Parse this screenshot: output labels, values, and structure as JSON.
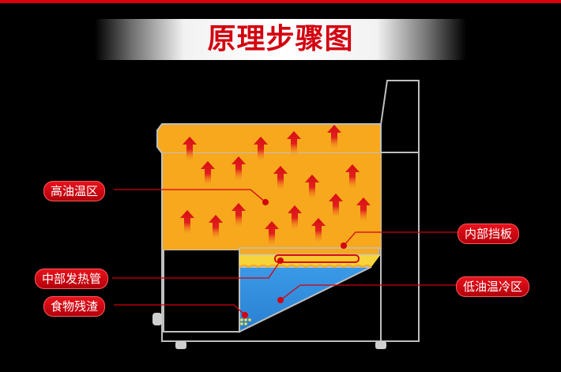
{
  "title": "原理步骤图",
  "labels": {
    "high_oil_zone": "高油温区",
    "inner_baffle": "内部挡板",
    "middle_heating_tube": "中部发热管",
    "low_oil_zone": "低油温冷区",
    "food_residue": "食物残渣"
  },
  "colors": {
    "accent_red": "#d3000f",
    "hot_oil": "#f7a81d",
    "cold_oil": "#2f8ee0",
    "outline": "#bfbfbf"
  }
}
